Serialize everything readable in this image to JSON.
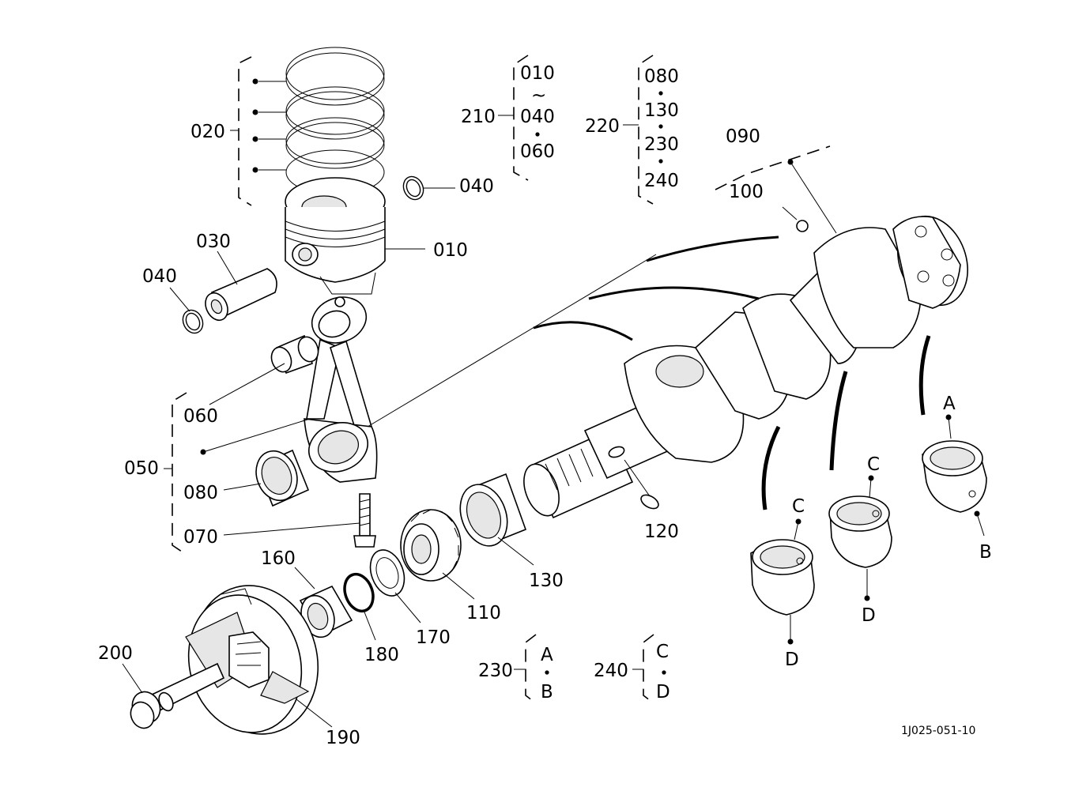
{
  "callouts": {
    "p010": "010",
    "p020": "020",
    "p030": "030",
    "p040_top": "040",
    "p040_left": "040",
    "p050": "050",
    "p060": "060",
    "p070": "070",
    "p080": "080",
    "p090": "090",
    "p100": "100",
    "p110": "110",
    "p120": "120",
    "p130": "130",
    "p160": "160",
    "p170": "170",
    "p180": "180",
    "p190": "190",
    "p200": "200"
  },
  "sets": {
    "s210": {
      "label": "210",
      "items": [
        "010",
        "~",
        "040",
        "060"
      ]
    },
    "s220": {
      "label": "220",
      "items": [
        "080",
        "130",
        "230",
        "240"
      ]
    },
    "s230": {
      "label": "230",
      "items": [
        "A",
        "B"
      ]
    },
    "s240": {
      "label": "240",
      "items": [
        "C",
        "D"
      ]
    }
  },
  "bearing_marks": {
    "a": "A",
    "b": "B",
    "c1": "C",
    "d1": "D",
    "c2": "C",
    "d2": "D"
  },
  "drawing_number": "1J025-051-10"
}
